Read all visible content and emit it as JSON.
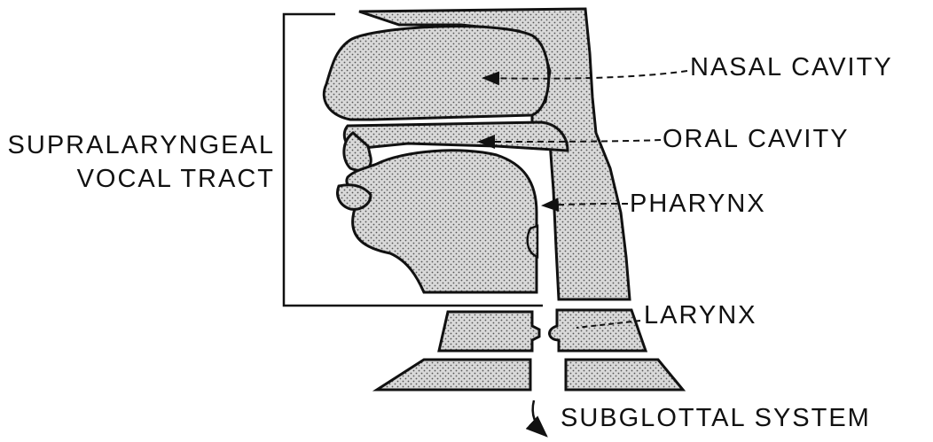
{
  "labels": {
    "nasal_cavity": "NASAL CAVITY",
    "oral_cavity": "ORAL CAVITY",
    "pharynx": "PHARYNX",
    "larynx": "LARYNX",
    "subglottal_system": "SUBGLOTTAL SYSTEM",
    "supralaryngeal_line1": "SUPRALARYNGEAL",
    "supralaryngeal_line2": "VOCAL TRACT"
  },
  "colors": {
    "ink": "#111111",
    "stipple_fill": "#bcbcbc",
    "background": "#ffffff"
  }
}
